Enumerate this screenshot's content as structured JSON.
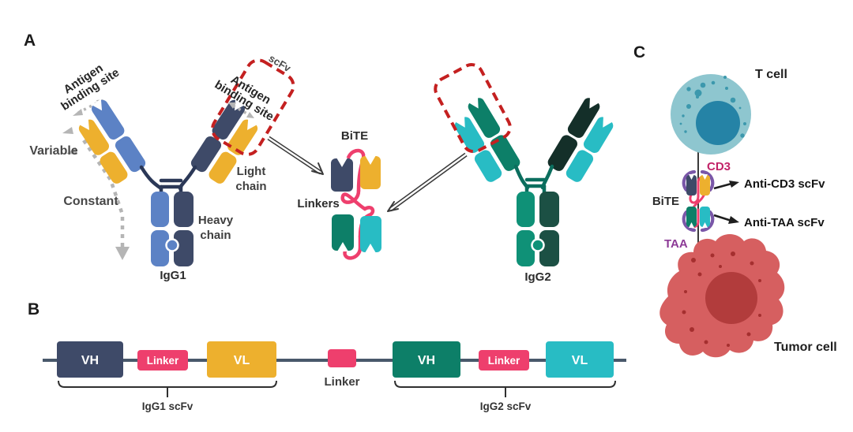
{
  "panel_a": {
    "label": "A",
    "antigen_line1": "Antigen",
    "antigen_line2": "binding site",
    "variable": "Variable",
    "constant": "Constant",
    "light1": "Light",
    "light2": "chain",
    "heavy1": "Heavy",
    "heavy2": "chain",
    "igg1": "IgG1",
    "igg2": "IgG2",
    "scfv": "scFv",
    "bite": "BiTE",
    "linkers": "Linkers"
  },
  "panel_b": {
    "label": "B",
    "vh1": "VH",
    "linker1": "Linker",
    "vl1": "VL",
    "linker_mid": "Linker",
    "vh2": "VH",
    "linker2": "Linker",
    "vl2": "VL",
    "brace1": "IgG1 scFv",
    "brace2": "IgG2 scFv"
  },
  "panel_c": {
    "label": "C",
    "t_cell": "T cell",
    "cd3": "CD3",
    "bite": "BiTE",
    "anti_cd3": "Anti-CD3 scFv",
    "anti_taa": "Anti-TAA scFv",
    "taa": "TAA",
    "tumor_cell": "Tumor cell"
  },
  "colors": {
    "navy": "#3e4a68",
    "light_blue": "#5c82c5",
    "yellow": "#edb02e",
    "linker_pink": "#ee3f6d",
    "igg2_green": "#0d7f68",
    "igg2_dark_green": "#142f29",
    "cyan": "#28bcc4",
    "scfv_box_red": "#c42020",
    "receptor_purple": "#7a57a8",
    "cd3_text": "#c22368",
    "taa_text": "#8c3a96",
    "t_cell_body": "#8ec6cf",
    "t_cell_nucleus": "#2583a6",
    "tumor_body": "#d65f60",
    "tumor_nucleus": "#b23c3c"
  }
}
